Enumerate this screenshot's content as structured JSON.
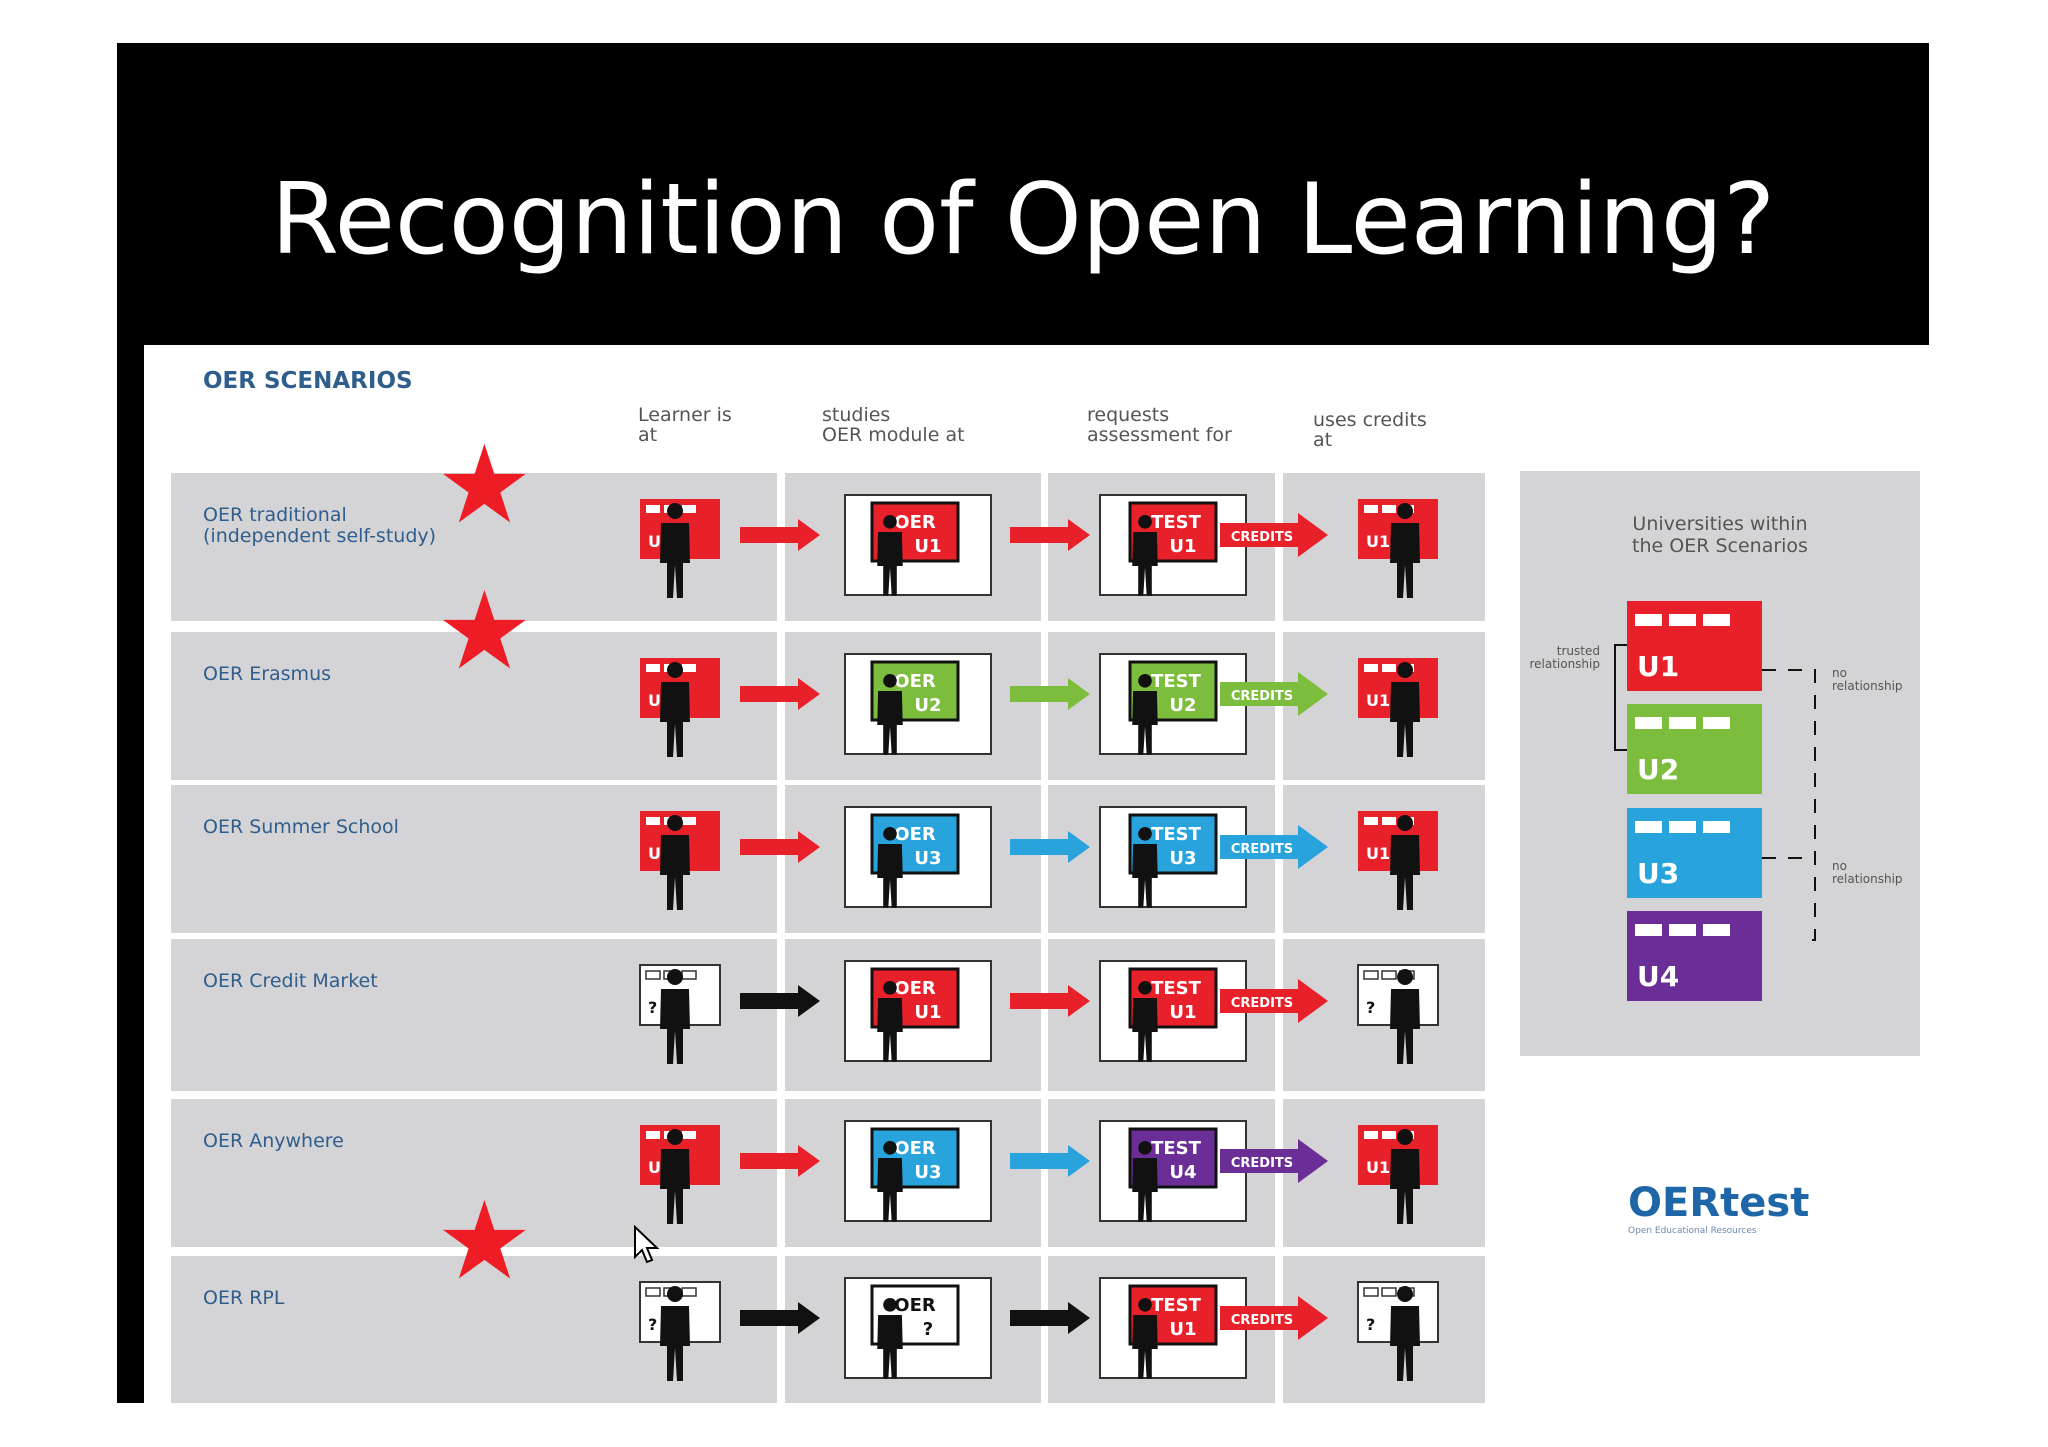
{
  "slide": {
    "title": "Recognition of Open Learning?"
  },
  "diagram": {
    "title": "OER SCENARIOS",
    "columns": [
      "Learner is\nat",
      "studies\nOER module at",
      "requests\nassessment for",
      "uses credits\nat"
    ],
    "rows": [
      {
        "label": "OER traditional\n(independent self-study)",
        "starred": true,
        "learner": "U1",
        "module": "U1",
        "test": "U1",
        "uses": "U1",
        "arrow1": "#e8202a",
        "arrow2": "#e8202a",
        "credits": "#e8202a",
        "learner_color": "#e8202a",
        "module_color": "#e8202a",
        "test_color": "#e8202a",
        "uses_color": "#e8202a"
      },
      {
        "label": "OER Erasmus",
        "starred": true,
        "learner": "U1",
        "module": "U2",
        "test": "U2",
        "uses": "U1",
        "arrow1": "#e8202a",
        "arrow2": "#7dbd3d",
        "credits": "#7dbd3d",
        "learner_color": "#e8202a",
        "module_color": "#7dbd3d",
        "test_color": "#7dbd3d",
        "uses_color": "#e8202a"
      },
      {
        "label": "OER Summer School",
        "starred": false,
        "learner": "U1",
        "module": "U3",
        "test": "U3",
        "uses": "U1",
        "arrow1": "#e8202a",
        "arrow2": "#29a3dc",
        "credits": "#29a3dc",
        "learner_color": "#e8202a",
        "module_color": "#29a3dc",
        "test_color": "#29a3dc",
        "uses_color": "#e8202a"
      },
      {
        "label": "OER Credit Market",
        "starred": false,
        "learner": "?",
        "module": "U1",
        "test": "U1",
        "uses": "?",
        "arrow1": "#111111",
        "arrow2": "#e8202a",
        "credits": "#e8202a",
        "learner_color": "#ffffff",
        "module_color": "#e8202a",
        "test_color": "#e8202a",
        "uses_color": "#ffffff"
      },
      {
        "label": "OER Anywhere",
        "starred": false,
        "learner": "U1",
        "module": "U3",
        "test": "U4",
        "uses": "U1",
        "arrow1": "#e8202a",
        "arrow2": "#29a3dc",
        "credits": "#6a2e96",
        "learner_color": "#e8202a",
        "module_color": "#29a3dc",
        "test_color": "#6a2e96",
        "uses_color": "#e8202a"
      },
      {
        "label": "OER RPL",
        "starred": true,
        "learner": "?",
        "module": "?",
        "test": "U1",
        "uses": "?",
        "arrow1": "#111111",
        "arrow2": "#111111",
        "credits": "#e8202a",
        "learner_color": "#ffffff",
        "module_color": "#ffffff",
        "test_color": "#e8202a",
        "uses_color": "#ffffff"
      }
    ],
    "oer_text": "OER",
    "test_text": "TEST",
    "credits_text": "CREDITS",
    "side_panel": {
      "title": "Universities within\nthe OER Scenarios",
      "universities": [
        {
          "label": "U1",
          "color": "#e8202a"
        },
        {
          "label": "U2",
          "color": "#7dbd3d"
        },
        {
          "label": "U3",
          "color": "#29a3dc"
        },
        {
          "label": "U4",
          "color": "#6a2e96"
        }
      ],
      "trusted_label": "trusted\nrelationship",
      "no_rel_label_1": "no\nrelationship",
      "no_rel_label_2": "no\nrelationship"
    },
    "logo": {
      "text": "OERtest",
      "subtitle": "Open Educational Resources"
    }
  }
}
